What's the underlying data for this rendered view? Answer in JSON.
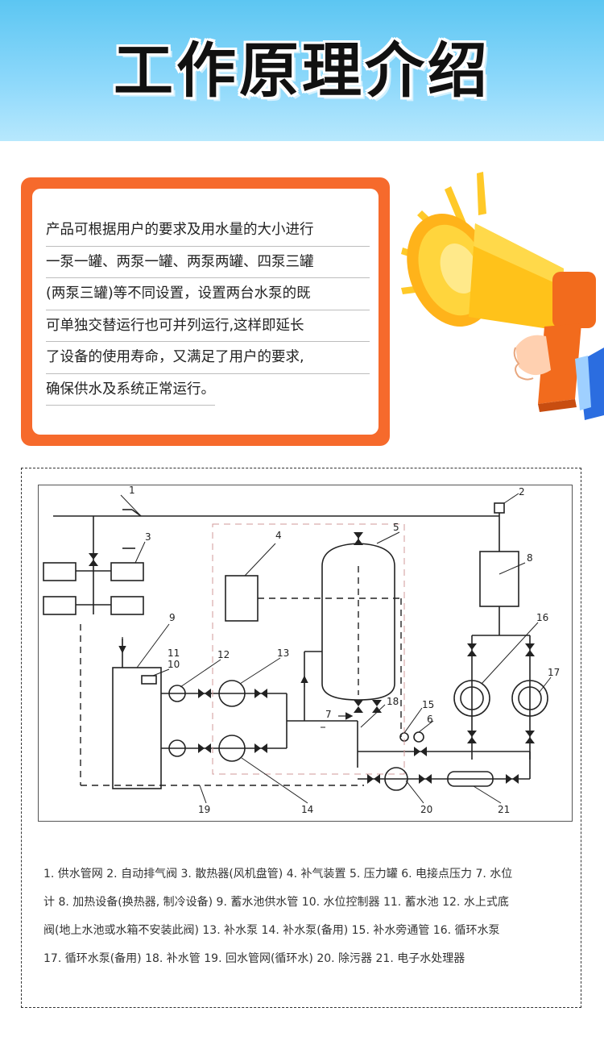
{
  "header": {
    "title": "工作原理介绍",
    "bg_color": "#6ccdf5"
  },
  "intro": {
    "border_color": "#f66a2c",
    "lines": [
      "产品可根据用户的要求及用水量的大小进行",
      "一泵一罐、两泵一罐、两泵两罐、四泵三罐",
      "(两泵三罐)等不同设置，设置两台水泵的既",
      "可单独交替运行也可并列运行,这样即延长",
      "了设备的使用寿命，又满足了用户的要求,",
      "确保供水及系统正常运行。"
    ]
  },
  "illustration": {
    "icon": "megaphone-icon"
  },
  "diagram": {
    "labels": [
      "1",
      "2",
      "3",
      "4",
      "5",
      "6",
      "7",
      "8",
      "9",
      "10",
      "11",
      "12",
      "13",
      "14",
      "15",
      "16",
      "17",
      "18",
      "19",
      "20",
      "21"
    ],
    "legend_lines": [
      "1. 供水管网 2. 自动排气阀 3. 散热器(风机盘管) 4. 补气装置 5. 压力罐 6. 电接点压力 7. 水位",
      "计 8. 加热设备(换热器, 制冷设备) 9. 蓄水池供水管 10. 水位控制器 11. 蓄水池 12. 水上式底",
      "阀(地上水池或水箱不安装此阀) 13. 补水泵 14. 补水泵(备用) 15. 补水旁通管 16. 循环水泵",
      "17. 循环水泵(备用) 18. 补水管 19. 回水管网(循环水) 20. 除污器 21. 电子水处理器"
    ]
  }
}
